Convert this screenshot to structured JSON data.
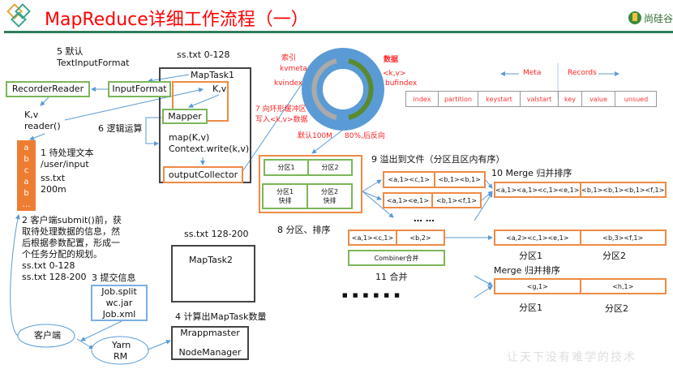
{
  "header": {
    "title": "MapReduce详细工作流程（一）",
    "brand": "尚硅谷",
    "accent": "#ff0000",
    "rule_color": "#2e7d5b"
  },
  "step5": {
    "line1": "5 默认",
    "line2": "TextInputFormat"
  },
  "maptask1": {
    "split": "ss.txt 0-128",
    "title": "MapTask1",
    "kv": "K,v",
    "mapper": "Mapper",
    "map": "map(K,v)",
    "write": "Context.write(k,v)",
    "collector": "outputCollector"
  },
  "input_format": "InputFormat",
  "recorder_reader": "RecorderReader",
  "reader": {
    "line1": "K,v",
    "line2": "reader()"
  },
  "step6": "6 逻辑运算",
  "file_strip": {
    "letters": [
      "a",
      "b",
      "c",
      "a",
      "b",
      "…"
    ]
  },
  "step1": {
    "line1": "1 待处理文本",
    "line2": "/user/input",
    "line3": "ss.txt",
    "line4": "200m"
  },
  "step2": {
    "lines": [
      "2 客户端submit()前，获",
      "取待处理数据的信息，然",
      "后根据参数配置，形成一",
      "个任务分配的规划。",
      "ss.txt  0-128",
      "ss.txt  128-200"
    ]
  },
  "step3": {
    "title": "3 提交信息",
    "files": [
      "Job.split",
      "wc.jar",
      "Job.xml"
    ]
  },
  "client": "客户端",
  "yarn": {
    "line1": "Yarn",
    "line2": "RM"
  },
  "maptask2": {
    "split": "ss.txt 128-200",
    "title": "MapTask2"
  },
  "step4": {
    "title": "4 计算出MapTask数量",
    "line1": "Mrappmaster",
    "line2": "NodeManager"
  },
  "ring": {
    "index_label": "索引",
    "kvmeta": "kvmeta",
    "kvindex": "kvindex",
    "data_label": "数据",
    "kv": "<k,v>",
    "bufindex": "bufindex",
    "step7_line1": "7 向环形缓冲区",
    "step7_line2": "写入<k,v>数据",
    "default_size": "默认100M",
    "reverse": "80%,后反向",
    "ring_color": "#5b9bd5"
  },
  "meta_table": {
    "meta": "Meta",
    "records": "Records",
    "cells": [
      "index",
      "partition",
      "keystart",
      "valstart",
      "key",
      "value",
      "unsued"
    ]
  },
  "sort": {
    "p1": "分区1",
    "p2": "分区2",
    "p1q": "分区1",
    "p2q": "分区2",
    "quick": "快排",
    "step8": "8 分区、排序"
  },
  "step9": "9 溢出到文件（分区且区内有序）",
  "spills": [
    [
      "<a,1><c,1>",
      "<b,1><b,1>"
    ],
    [
      "<a,1><e,1>",
      "<b,1><f,1>"
    ]
  ],
  "ellipsis": "… …",
  "step10": "10 Merge 归并排序",
  "merge1": [
    "<a,1><a,1><c,1><e,1>",
    "<b,1><b,1><b,1><f,1>"
  ],
  "combine": {
    "pair": [
      "<a,1><c,1>",
      "<b,2>"
    ],
    "label": "Combiner合并",
    "step11": "11 合并"
  },
  "result1": {
    "pair": [
      "<a,2><c,1><e,1>",
      "<b,3><f,1>"
    ],
    "p1": "分区1",
    "p2": "分区2"
  },
  "merge2": {
    "title": "Merge 归并排序",
    "pair": [
      "<g,1>",
      "<h,1>"
    ],
    "p1": "分区1",
    "p2": "分区2"
  },
  "dots": "■ ■ ■   ■ ■ ■",
  "watermark": "让天下没有难学的技术"
}
